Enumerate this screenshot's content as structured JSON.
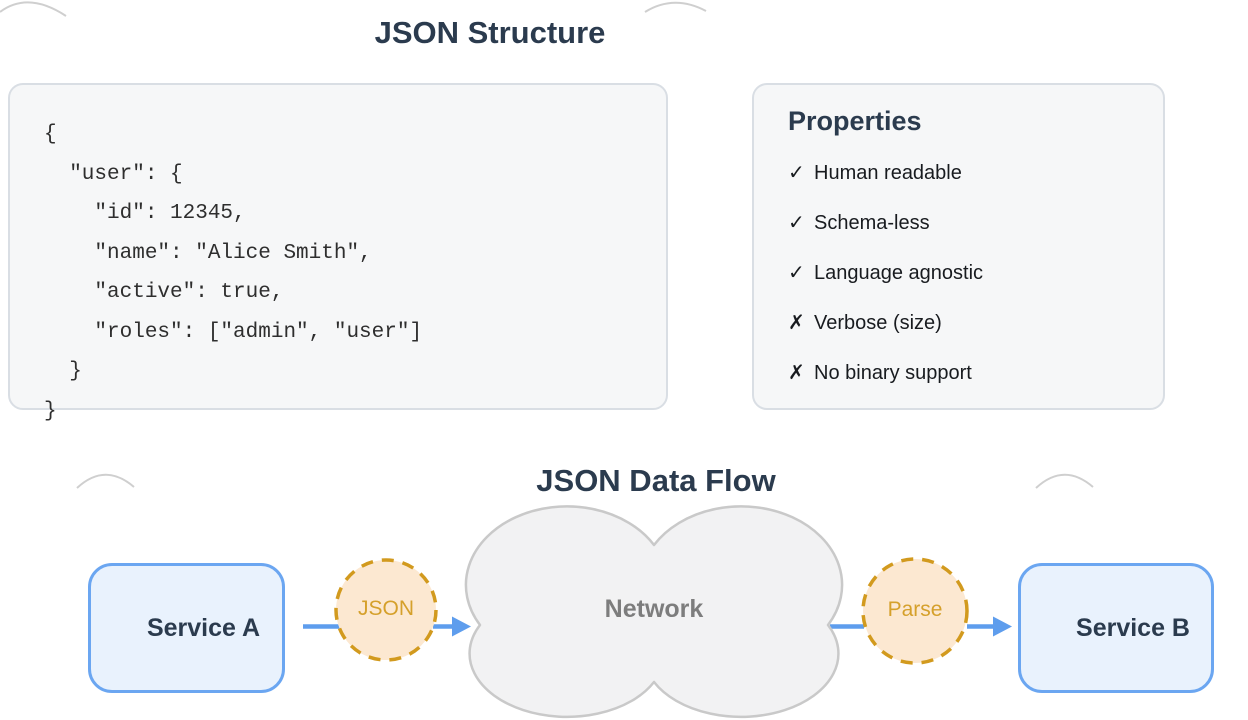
{
  "titles": {
    "structure": "JSON Structure",
    "flow": "JSON Data Flow"
  },
  "code_block": {
    "lines": [
      "{",
      "  \"user\": {",
      "    \"id\": 12345,",
      "    \"name\": \"Alice Smith\",",
      "    \"active\": true,",
      "    \"roles\": [\"admin\", \"user\"]",
      "  }",
      "}"
    ]
  },
  "properties": {
    "heading": "Properties",
    "items": [
      {
        "mark": "✓",
        "label": "Human readable"
      },
      {
        "mark": "✓",
        "label": "Schema-less"
      },
      {
        "mark": "✓",
        "label": "Language agnostic"
      },
      {
        "mark": "✗",
        "label": "Verbose (size)"
      },
      {
        "mark": "✗",
        "label": "No binary support"
      }
    ]
  },
  "flow": {
    "service_a": "Service A",
    "json_badge": "JSON",
    "network": "Network",
    "parse_badge": "Parse",
    "service_b": "Service B"
  },
  "colors": {
    "navy_text": "#2b3b4e",
    "arrow_blue": "#5e9ded",
    "node_border_blue": "#6ba6f1",
    "node_fill_blue": "#e9f2fd",
    "badge_border_gold": "#d29a1e",
    "badge_fill_peach": "#fce8d1",
    "badge_text_gold": "#d5a02b",
    "cloud_fill": "#f2f2f3",
    "cloud_border": "#c9c9c9",
    "cloud_text": "#7d7d7d",
    "panel_fill": "#f6f7f8",
    "panel_border": "#d9dee4",
    "code_text": "#2e2e2e"
  }
}
